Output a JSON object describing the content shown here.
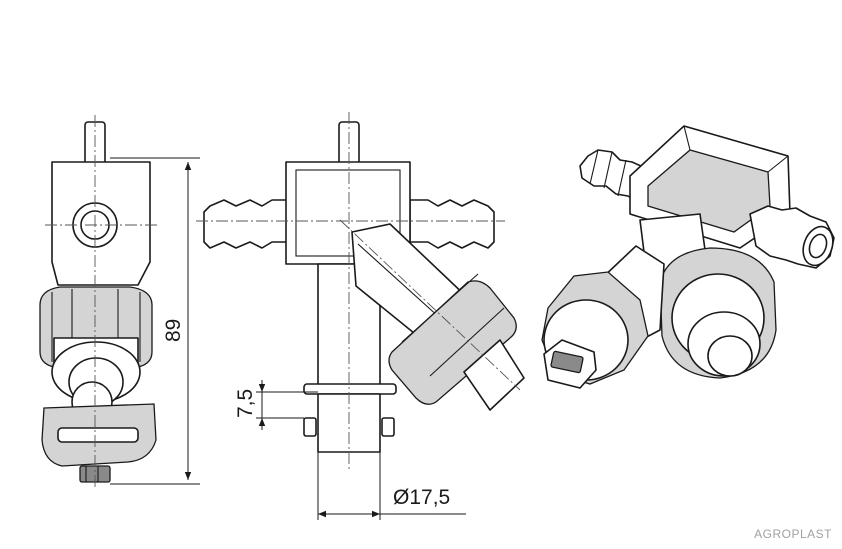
{
  "dimensions": {
    "height": "89",
    "length": "7,5",
    "diameter": "Ø17,5"
  },
  "brand": "AGROPLAST"
}
